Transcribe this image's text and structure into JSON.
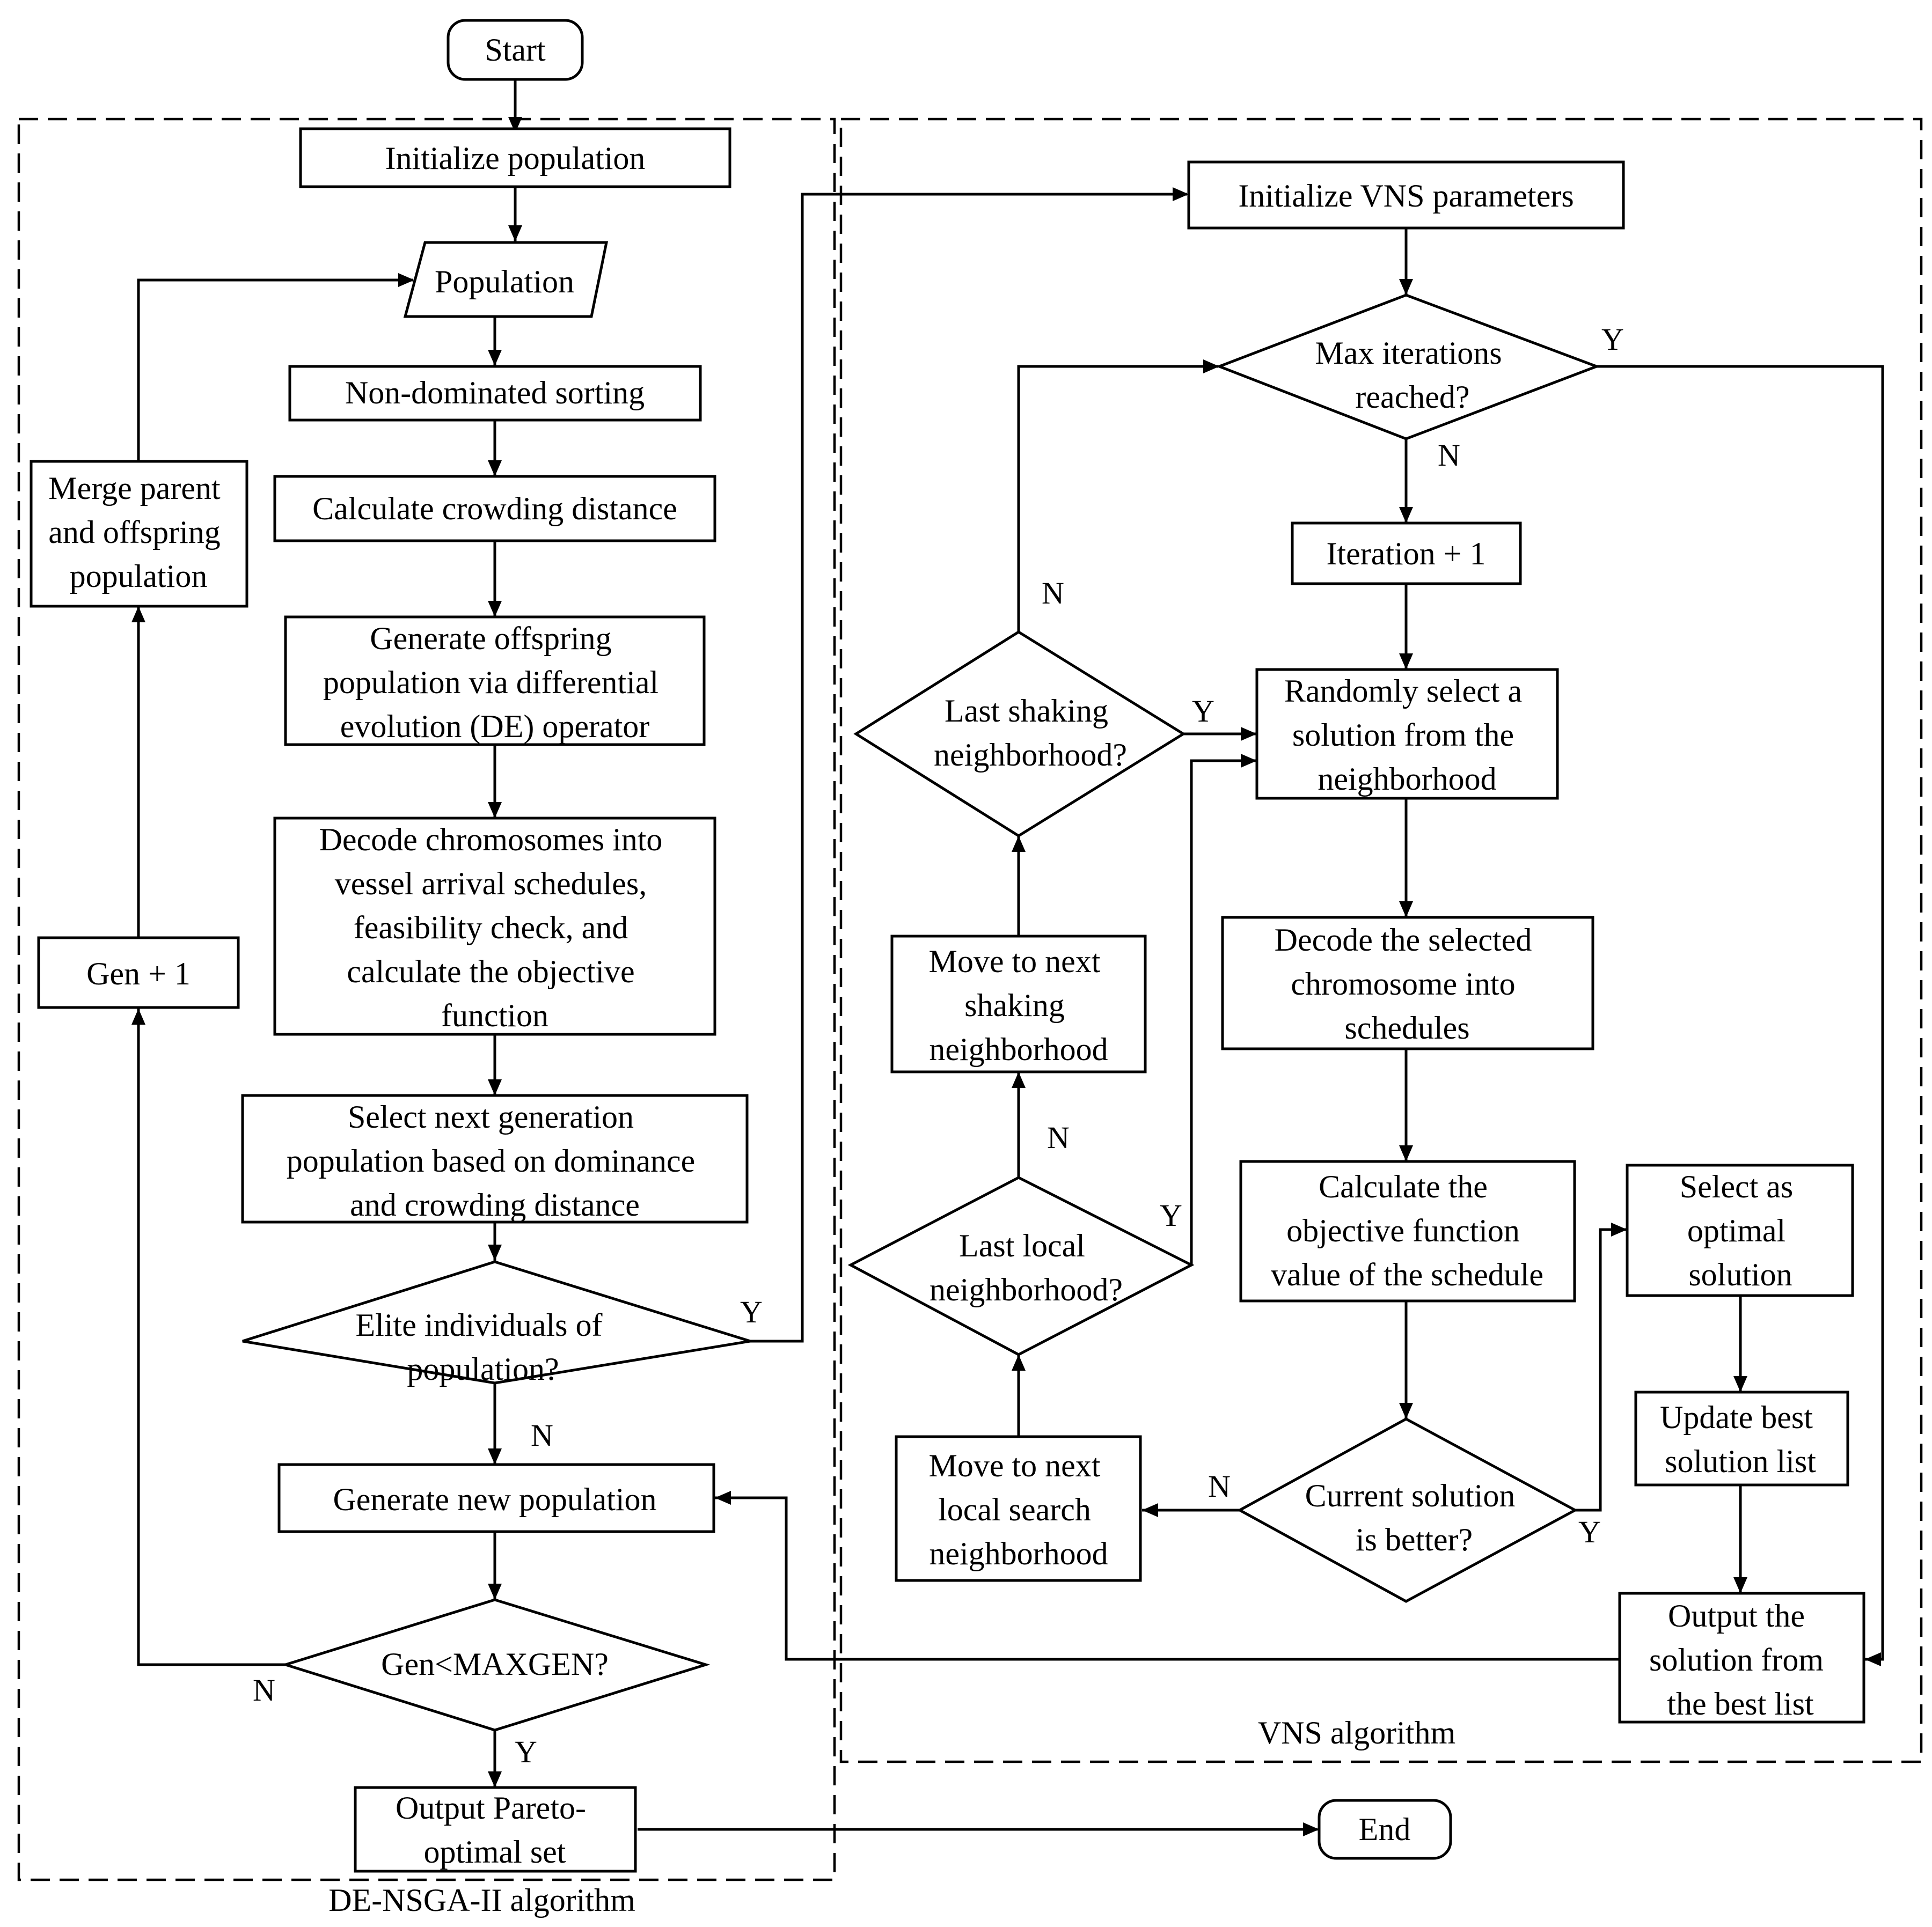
{
  "diagram": {
    "nodes": {
      "start": "Start",
      "init_pop": "Initialize population",
      "population": "Population",
      "nds": "Non-dominated sorting",
      "crowd": "Calculate crowding distance",
      "gen_off": [
        "Generate offspring",
        "population via differential",
        "evolution (DE) operator"
      ],
      "decode": [
        "Decode chromosomes into",
        "vessel arrival schedules,",
        "feasibility check, and",
        "calculate the objective",
        "function"
      ],
      "select_next": [
        "Select next generation",
        "population based on dominance",
        "and crowding distance"
      ],
      "elite": [
        "Elite individuals of",
        "population?"
      ],
      "gen_new": "Generate new population",
      "gen_check": "Gen<MAXGEN?",
      "output_pareto": [
        "Output Pareto-",
        "optimal set"
      ],
      "gen_plus": "Gen + 1",
      "merge": [
        "Merge parent",
        "and offspring",
        "population"
      ],
      "end": "End",
      "init_vns": "Initialize VNS parameters",
      "max_iter": [
        "Max iterations",
        "reached?"
      ],
      "iter_plus": "Iteration + 1",
      "random_sel": [
        "Randomly select a",
        "solution from the",
        "neighborhood"
      ],
      "decode_sel": [
        "Decode the selected",
        "chromosome into",
        "schedules"
      ],
      "calc_obj": [
        "Calculate the",
        "objective function",
        "value of the schedule"
      ],
      "cur_better": [
        "Current solution",
        "is better?"
      ],
      "select_opt": [
        "Select as",
        "optimal",
        "solution"
      ],
      "update_best": [
        "Update best",
        "solution list"
      ],
      "output_best": [
        "Output the",
        "solution from",
        "the best list"
      ],
      "move_local": [
        "Move to next",
        "local search",
        "neighborhood"
      ],
      "last_local": [
        "Last local",
        "neighborhood?"
      ],
      "move_shake": [
        "Move to next",
        "shaking",
        "neighborhood"
      ],
      "last_shake": [
        "Last shaking",
        "neighborhood?"
      ]
    },
    "edge_labels": {
      "yes": "Y",
      "no": "N"
    },
    "regions": {
      "de_nsga": "DE-NSGA-II algorithm",
      "vns": "VNS algorithm"
    }
  }
}
